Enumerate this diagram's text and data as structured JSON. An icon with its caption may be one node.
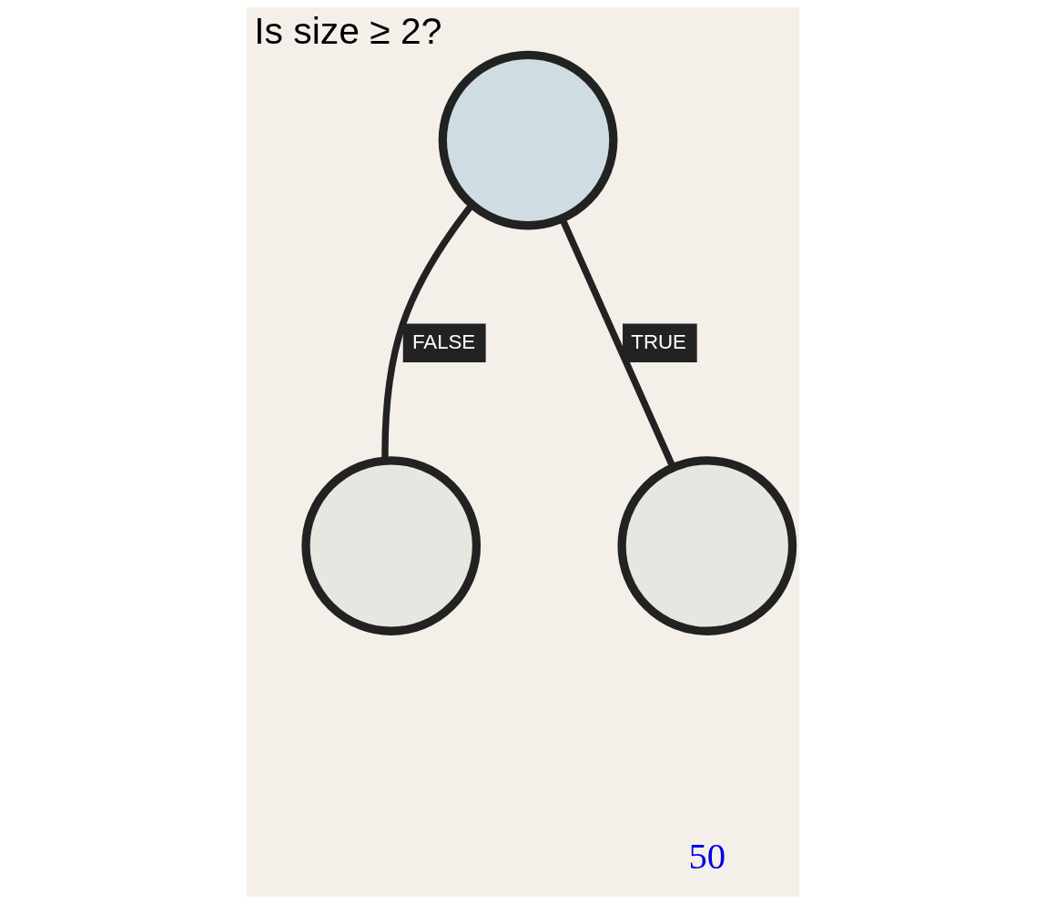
{
  "diagram": {
    "nodes": [
      {
        "text": [],
        "shape": "circle",
        "beside": [
          "Is size ≥ 2?"
        ]
      },
      {
        "text": [],
        "shape": "circle"
      },
      {
        "text": [],
        "shape": "circle"
      }
    ],
    "edges": [
      {
        "from": 0,
        "to": 1,
        "arrow": "none",
        "label": "FALSE"
      },
      {
        "from": 0,
        "to": 2,
        "arrow": "none",
        "label": "TRUE"
      }
    ],
    "labels": [
      "50"
    ]
  }
}
